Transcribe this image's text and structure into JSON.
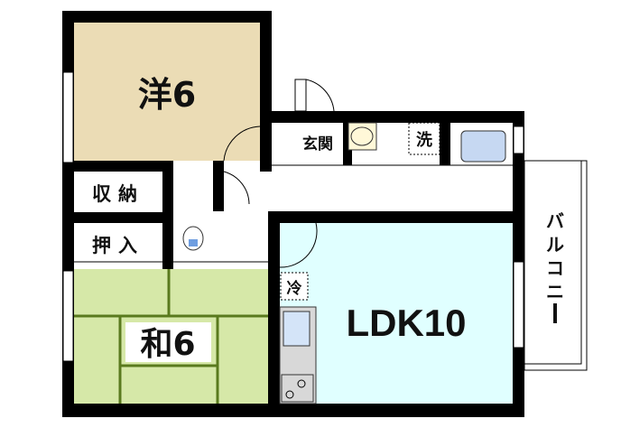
{
  "rooms": {
    "western": "洋6",
    "entrance": "玄関",
    "washer": "洗",
    "storage": "収納",
    "closet": "押入",
    "japanese": "和6",
    "ldk": "LDK10",
    "fridge": "冷",
    "balcony": [
      "バ",
      "ル",
      "コ",
      "ニ",
      "ー"
    ]
  },
  "colors": {
    "western_floor": "#ebdcb5",
    "japanese_floor": "#d6e8a8",
    "tatami_edge": "#5a7a1e",
    "ldk_floor": "#e0ffff",
    "bath": "#c6d8f2",
    "wall": "#000000"
  }
}
